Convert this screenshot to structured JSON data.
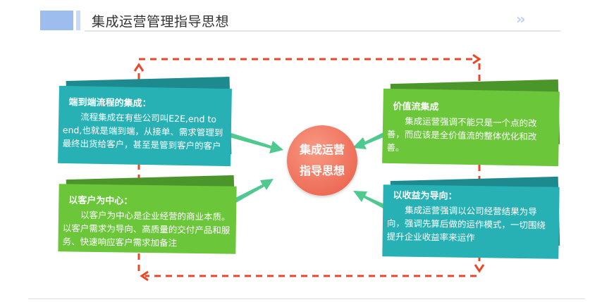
{
  "header": {
    "title": "集成运营管理指导思想",
    "chevron": "››"
  },
  "center": {
    "line1": "集成运营",
    "line2": "指导思想"
  },
  "cards": [
    {
      "heading": "端到端流程的集成：",
      "body": "流程集成在有些公司叫E2E,end to end,也就是端到端，从接单、需求管理到最终出货给客户，甚至是管到客户的客户"
    },
    {
      "heading": "以客户为中心：",
      "body": "以客户为中心是企业经营的商业本质。以客户需求为导向、高质量的交付产品和服务、快速响应客户需求加备注"
    },
    {
      "heading": "价值流集成",
      "body": "集成运营强调不能只是一个点的改善，而应该是全价值流的整体优化和改善。"
    },
    {
      "heading": "以收益为导向：",
      "body": "集成运营强调以公司经营结果为导向，强调先算后做的运作模式，一切围绕提升企业收益率来运作"
    }
  ],
  "colors": {
    "teal": "#27b1b5",
    "green": "#6bc63a",
    "dash": "#e8472a",
    "arrow": "#4fc990",
    "circle": "#ea5a45"
  }
}
